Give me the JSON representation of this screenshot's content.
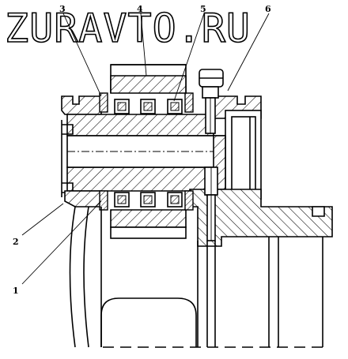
{
  "watermark": "ZURAVTO.RU",
  "callouts": [
    {
      "id": "c1",
      "label": "1"
    },
    {
      "id": "c2",
      "label": "2"
    },
    {
      "id": "c3",
      "label": "3"
    },
    {
      "id": "c4",
      "label": "4"
    },
    {
      "id": "c5",
      "label": "5"
    },
    {
      "id": "c6",
      "label": "6"
    }
  ]
}
